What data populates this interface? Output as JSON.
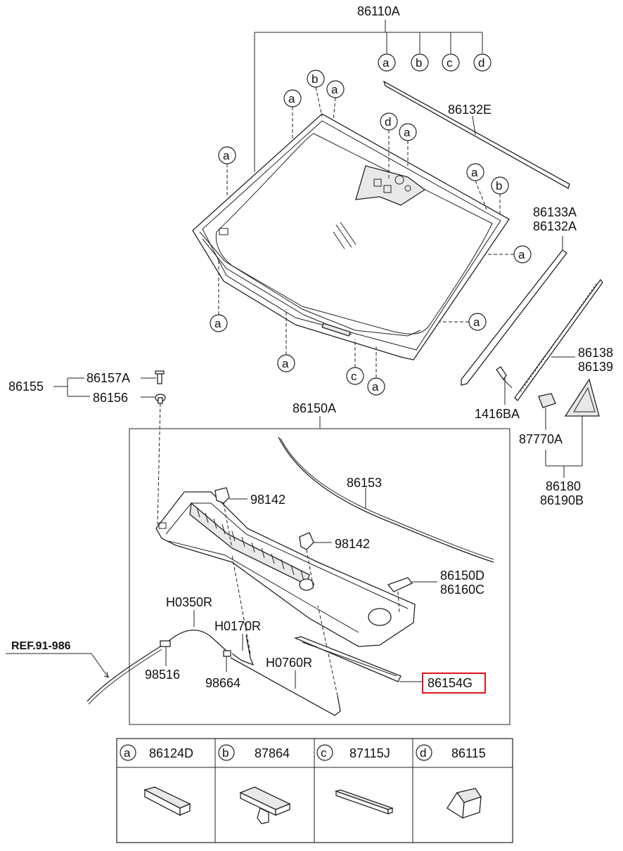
{
  "labels": {
    "windshield_assy": "86110A",
    "molding_top": "86132E",
    "molding_side_1": "86133A",
    "molding_side_2": "86132A",
    "molding_lower_1": "86138",
    "molding_lower_2": "86139",
    "clip": "1416BA",
    "bracket": "87770A",
    "garnish_1": "86180",
    "garnish_2": "86190B",
    "bolt_group": "86155",
    "bolt_1": "86157A",
    "bolt_2": "86156",
    "cowl_assy": "86150A",
    "seal": "86153",
    "nozzle_a": "98142",
    "nozzle_b": "98142",
    "cover_1": "86150D",
    "cover_2": "86160C",
    "hose_1": "H0350R",
    "hose_2": "H0170R",
    "hose_3": "H0760R",
    "connector_1": "98516",
    "connector_2": "98664",
    "highlighted_part": "86154G",
    "ref": "REF.91-986"
  },
  "callouts": {
    "a": "a",
    "b": "b",
    "c": "c",
    "d": "d"
  },
  "legend": [
    {
      "letter": "a",
      "part": "86124D"
    },
    {
      "letter": "b",
      "part": "87864"
    },
    {
      "letter": "c",
      "part": "87115J"
    },
    {
      "letter": "d",
      "part": "86115"
    }
  ],
  "colors": {
    "highlight": "#e0141e",
    "line": "#222222"
  }
}
